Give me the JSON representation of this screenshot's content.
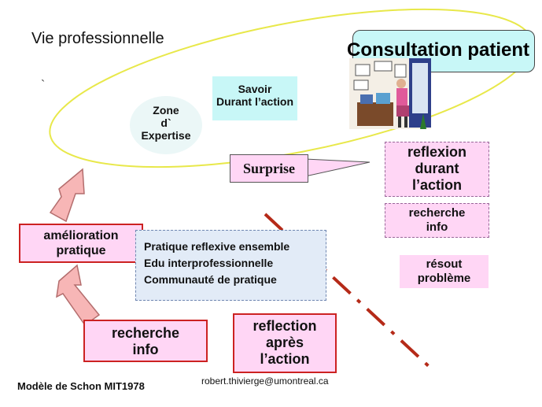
{
  "title": "Vie professionnelle",
  "consultation": "Consultation patient",
  "savoir": [
    "Savoir",
    "Durant l’action"
  ],
  "zone": [
    "Zone",
    "d`",
    "Expertise"
  ],
  "surprise": "Surprise",
  "reflexion_durant": [
    "reflexion",
    "durant",
    "l’action"
  ],
  "recherche_info_right": [
    "recherche",
    "info"
  ],
  "resout": [
    "résout",
    "problème"
  ],
  "amelioration": [
    "amélioration",
    "pratique"
  ],
  "pratique_box": [
    "Pratique reflexive ensemble",
    "Edu interprofessionnelle",
    "Communauté de pratique"
  ],
  "recherche_info_left": [
    "recherche",
    "info"
  ],
  "reflection_apres": [
    "reflection",
    "après",
    "l’action"
  ],
  "email": "robert.thivierge@umontreal.ca",
  "footer": "Modèle de Schon MIT1978",
  "tick": "`",
  "colors": {
    "ellipse": "#e8e84a",
    "pink_fill": "#ffd6f5",
    "red_border": "#cc2222",
    "dashdot": "#b52a18",
    "arrow_fill": "#f7b6b6",
    "cyan_fill": "#c8f7f7",
    "blue_fill": "#e2ebf7"
  },
  "icons": [
    "office-scene-icon",
    "up-arrow-icon"
  ]
}
